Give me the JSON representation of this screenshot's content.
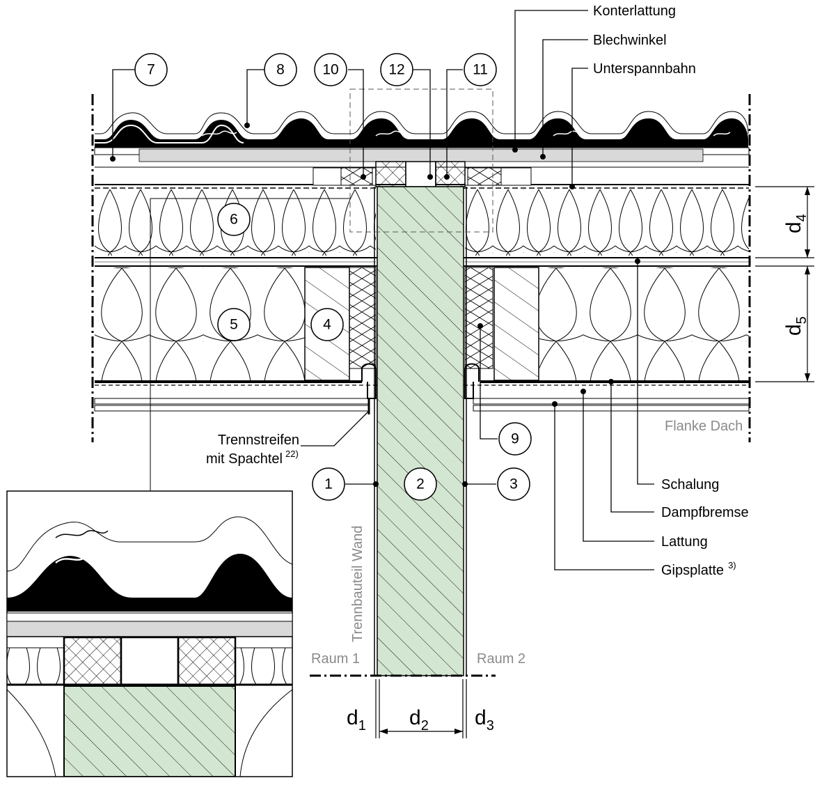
{
  "diagram": {
    "labels_right": {
      "konterlattung": "Konterlattung",
      "blechwinkel": "Blechwinkel",
      "unterspannbahn": "Unterspannbahn",
      "flanke_dach": "Flanke Dach",
      "schalung": "Schalung",
      "dampfbremse": "Dampfbremse",
      "lattung": "Lattung",
      "gipsplatte": "Gipsplatte",
      "gipsplatte_note": "3)"
    },
    "labels_left": {
      "trennstreifen_1": "Trennstreifen",
      "trennstreifen_2": "mit Spachtel",
      "trennstreifen_note": "22)",
      "trennbauteil": "Trennbauteil Wand",
      "raum1": "Raum 1",
      "raum2": "Raum 2"
    },
    "markers": {
      "m1": "1",
      "m2": "2",
      "m3": "3",
      "m4": "4",
      "m5": "5",
      "m6": "6",
      "m7": "7",
      "m8": "8",
      "m9": "9",
      "m10": "10",
      "m11": "11",
      "m12": "12"
    },
    "dimensions": {
      "d": "d",
      "d1_sub": "1",
      "d2_sub": "2",
      "d3_sub": "3",
      "d4_sub": "4",
      "d5_sub": "5"
    },
    "colors": {
      "wall_fill": "#d3e6d1",
      "grey_layer": "#d9d9d9",
      "line": "#000000",
      "grey_text": "#8a8a8a"
    }
  }
}
